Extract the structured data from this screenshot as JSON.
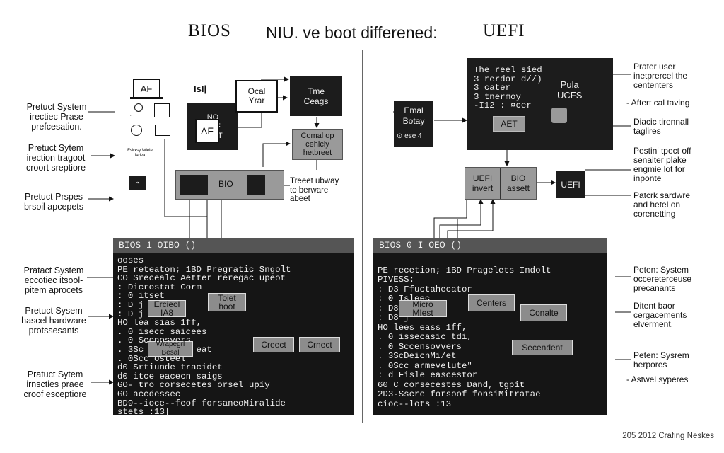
{
  "title": {
    "left": "BIOS",
    "middle": "NIU. ve boot differened:",
    "right": "UEFI"
  },
  "left_labels": [
    "Pretuct System\nirectiec Prase\nprefcesation.",
    "Pretuct Sytem\nirection tragoot\ncroort sreptiore",
    "Pretuct Prspes\nbrsoil apcepets",
    "Pratact System\neccotiec itsool-\npitem aprocets",
    "Pretuct Sysem\nhascel hardware\nprotssesants",
    "Pratuct Sytem\nirnscties praee\ncroof esceptiore"
  ],
  "right_labels": [
    "Prater user\ninetprercel the\ncententers",
    "- Aftert cal taving",
    "Diacic tirennall\ntaglires",
    "Pestin' tpect off\nsenaiter plake\nengmie lot for\ninponte",
    "Patcrk sardwre\nand hetel on\ncorenetting",
    "Peten: System\noccereterceuse\nprecanants",
    "Ditent baor\ncergacements\nelverment.",
    "Peten: Sysrem\nherpores",
    "- Astwel syperes"
  ],
  "bios_diagram": {
    "af_icon": "AF",
    "af_icon2": "AF",
    "mini_text": "IsI|",
    "no_box": "NO\nAEF\nI SET",
    "ocal_box": "Ocal\nYrar",
    "time_box": "Tme\nCeags",
    "comal_box": "Comal op\ncehicly\nhetbreet",
    "bio_strip": "BIO",
    "tresct_label": "Treeet ubway\nto berware\nabeet",
    "small_label": "Fsirxsy Wiele\nfadva"
  },
  "uefi_diagram": {
    "panel_lines": [
      "The reel sied",
      "3 rerdor d//)",
      "3 cater",
      "3 tnermoy",
      "-I12 : ¤cer"
    ],
    "pula_label": "Pula\nUCFS",
    "aet_button": "AET",
    "email_box": "Emal\nBotay",
    "email_sub": "⊙ ese 4",
    "uefi_invert": "UEFI\ninvert",
    "bio_assett": "BIO\nassett",
    "uefi_box": "UEFI"
  },
  "bios_terminal": {
    "header": "BIOS     1 OIBO ()",
    "lines": [
      "ooses",
      "PE reteaton; 1BD Pregratic Sngolt",
      "CO Srecealc Aetter reregac upeot",
      ": Dicrostat Corm",
      ": 0 itset",
      ": D j",
      ": D j",
      "HO lea sias 1ff,",
      ". 0 isecc saicees",
      ". 0 Scenosvers",
      ". 3Sc irpercsl eat",
      ". 0Scc osteel",
      "d0 Srtiunde tracidet",
      "d0 itce eacecn saigs",
      "GO- tro corsecetes orsel upiy",
      "GO accdessec",
      "BD9--ioce--feof forsaneoMiralide",
      "stets :13|"
    ],
    "nodes": {
      "a": "Ercieol\nIA8",
      "b": "Toiet\nhoot",
      "c": "Creect",
      "d": "Crnect",
      "e": "Wrapegrl\nBesal"
    }
  },
  "uefi_terminal": {
    "header": "BIOS     0 I OEO ()",
    "lines": [
      "",
      "PE recetion; 1BD Pragelets Indolt",
      "PIVESS:",
      ": D3 Ffuctahecator",
      ": 0 Isleec",
      ": D8 j",
      ": D8 j",
      "HO lees eass 1ff,",
      ". 0 issecasic tdi,",
      ". 0 Sccensovvers",
      ". 3ScDeicnMi/et",
      ". 0Scc armevelute\"",
      ": d Fisle eascestor",
      "60 C corsecestes Dand, tgpit",
      "2D3-Sscre forsoof fonsiMitratae",
      "cioc--lots :13"
    ],
    "nodes": {
      "a": "Micro\nMIest",
      "b": "Centers",
      "c": "Conalte",
      "d": "Secendent"
    }
  },
  "footer": "205 2012 Crafing Neskes"
}
